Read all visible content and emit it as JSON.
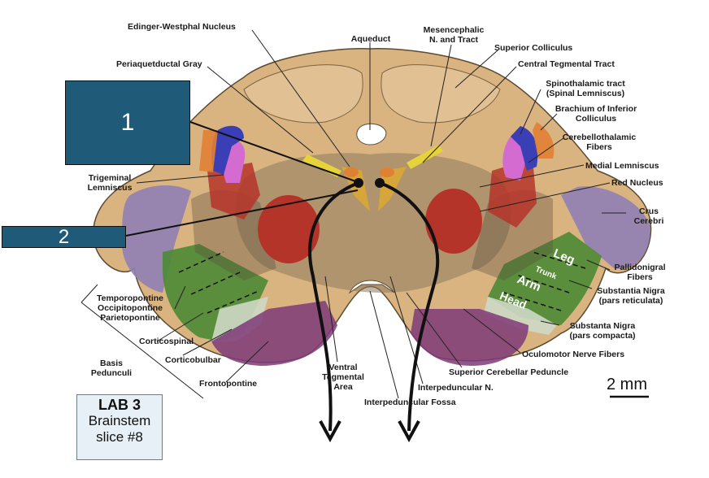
{
  "labels": {
    "edinger": "Edinger-Westphal Nucleus",
    "aqueduct": "Aqueduct",
    "mesencephalic": "Mesencephalic\nN. and Tract",
    "sup_colliculus": "Superior Colliculus",
    "periaqueductal": "Periaquetductal Gray",
    "central_tegmental": "Central Tegmental Tract",
    "spinothalamic": "Spinothalamic tract\n(Spinal Lemniscus)",
    "brachium": "Brachium of Inferior\nColliculus",
    "cerebellothalamic": "Cerebellothalamic\nFibers",
    "medial_lemniscus": "Medial Lemniscus",
    "red_nucleus": "Red Nucleus",
    "trigeminal": "Trigeminal\nLemniscus",
    "crus": "Crus\nCerebri",
    "pallidonigral": "Pallidonigral\nFibers",
    "sn_reticulata": "Substantia Nigra\n(pars reticulata)",
    "sn_compacta": "Substanta Nigra\n(pars compacta)",
    "oculomotor": "Oculomotor Nerve Fibers",
    "scp": "Superior Cerebellar Peduncle",
    "interpeduncular_n": "Interpeduncular N.",
    "interpeduncular_f": "Interpeduncular Fossa",
    "vta": "Ventral\nTegmental\nArea",
    "frontopontine": "Frontopontine",
    "corticobulbar": "Corticobulbar",
    "corticospinal": "Corticospinal",
    "temporopontine": "Temporopontine\nOccipitopontine\nParietopontine",
    "basis": "Basis\nPedunculi"
  },
  "somatotopy": {
    "leg": "Leg",
    "trunk": "Trunk",
    "arm": "Arm",
    "head": "Head"
  },
  "markers": {
    "box1": "1",
    "box2": "2"
  },
  "lab": {
    "title": "LAB 3",
    "line2": "Brainstem",
    "line3": "slice #8"
  },
  "scale_bar": "2 mm",
  "colors": {
    "tissue": "#d8b27f",
    "red_nucleus": "#b5342a",
    "crus": "#8f7fb4",
    "corticospinal": "#4b8a35",
    "frontopontine": "#7e3a78",
    "lemniscus_blue": "#3a3fb5",
    "lemniscus_pink": "#d36bd1",
    "orange": "#e08033",
    "annotation_box": "#1f5a78"
  }
}
